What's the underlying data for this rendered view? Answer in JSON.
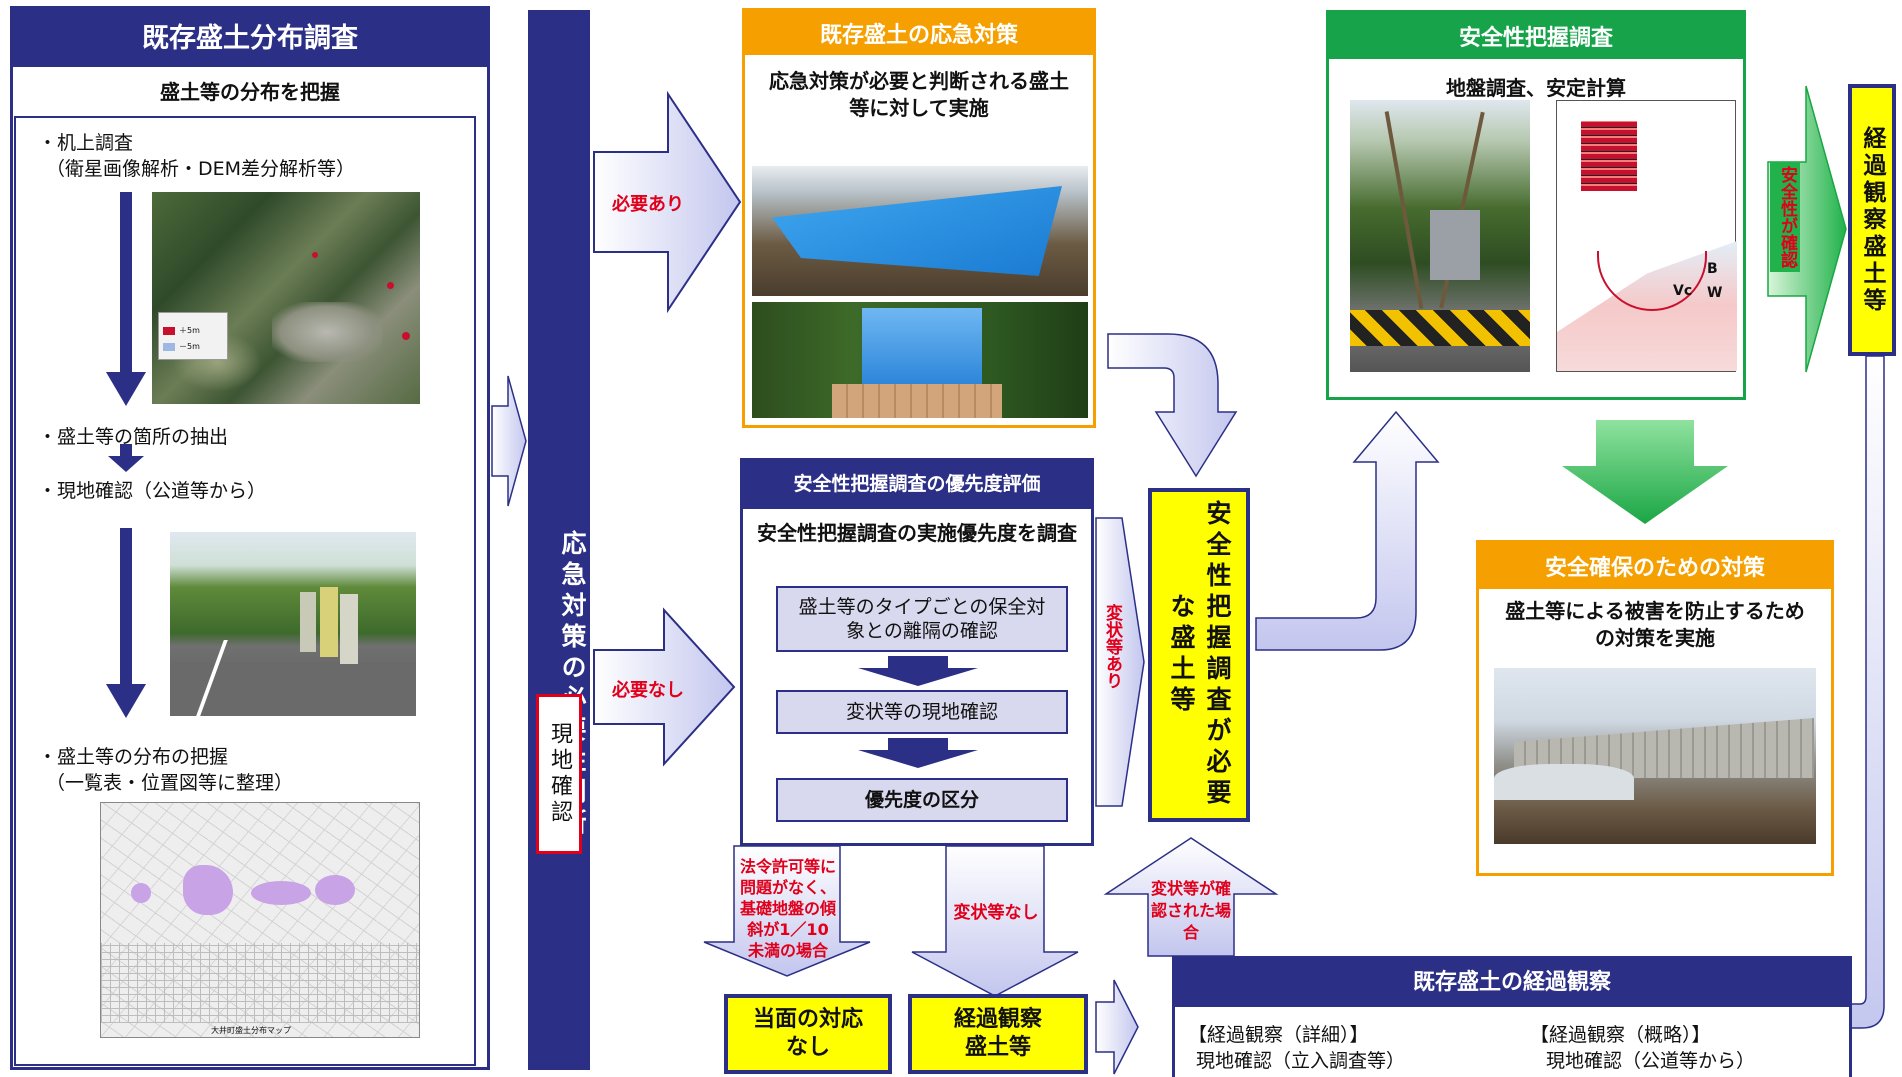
{
  "survey": {
    "title": "既存盛土分布調査",
    "subtitle": "盛土等の分布を把握",
    "step1_title": "・机上調査",
    "step1_detail": "（衛星画像解析・DEM差分解析等）",
    "step2": "・盛土等の箇所の抽出",
    "step3": "・現地確認（公道等から）",
    "step4_title": "・盛土等の分布の把握",
    "step4_detail": "（一覧表・位置図等に整理）",
    "map_legend": [
      "＋5m",
      "－5m"
    ],
    "map_caption": "大井町盛土分布マップ"
  },
  "judgement": {
    "column_label": "応急対策の必要性判断",
    "field_check": "現地確認"
  },
  "arrows": {
    "needed": "必要あり",
    "not_needed": "必要なし",
    "deformation_found": "変状等あり",
    "no_deformation": "変状等なし",
    "no_legal_issue": "法令許可等に問題がなく、基礎地盤の傾斜が1／10未満の場合",
    "deformation_confirmed": "変状等が確認された場合",
    "safety_confirmed": "安全性が確認"
  },
  "emergency": {
    "title": "既存盛土の応急対策",
    "text": "応急対策が必要と判断される盛土等に対して実施"
  },
  "priority": {
    "title": "安全性把握調査の優先度評価",
    "text": "安全性把握調査の実施優先度を調査",
    "step1": "盛土等のタイプごとの保全対象との離隔の確認",
    "step2": "変状等の現地確認",
    "step3": "優先度の区分"
  },
  "needs_survey": "安全性把握調査が必要な盛土等",
  "safety_survey": {
    "title": "安全性把握調査",
    "subtitle": "地盤調査、安定計算",
    "chart_labels": [
      "B",
      "Vc",
      "W"
    ]
  },
  "safety_measures": {
    "title": "安全確保のための対策",
    "text": "盛土等による被害を防止するための対策を実施"
  },
  "monitoring_column": "経過観察盛土等",
  "no_action": "当面の対応なし",
  "monitoring_box": "経過観察盛土等",
  "observation": {
    "title": "既存盛土の経過観察",
    "detail_title": "【経過観察（詳細）】",
    "detail_text": "現地確認（立入調査等）",
    "summary_title": "【経過観察（概略）】",
    "summary_text": "現地確認（公道等から）"
  },
  "colors": {
    "navy": "#2b2f86",
    "orange": "#f5a000",
    "green": "#16a34a",
    "yellow": "#ffff00",
    "red_text": "#e0001b",
    "arrow_fill": "#d7d8f2"
  }
}
